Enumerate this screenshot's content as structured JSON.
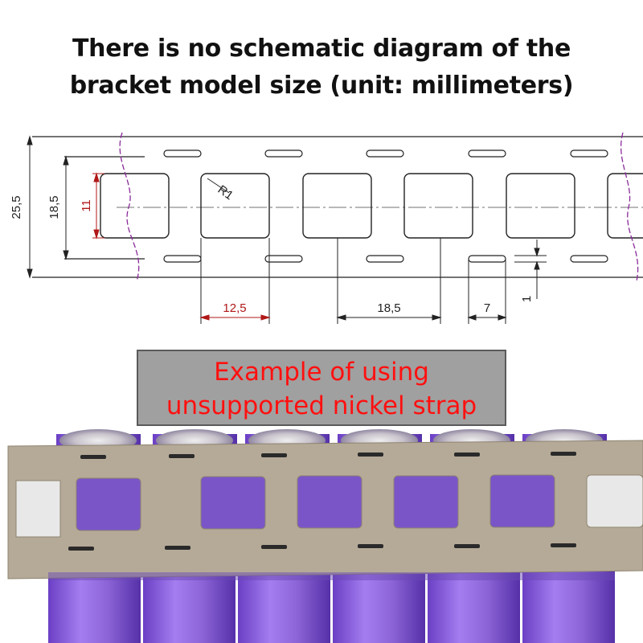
{
  "title": {
    "line1": "There is no schematic diagram of the",
    "line2": "bracket model size (unit: millimeters)"
  },
  "drawing": {
    "dimensions": {
      "total_height": "25,5",
      "inner_height": "18,5",
      "hole_height": "11",
      "hole_width": "12,5",
      "pitch": "18,5",
      "slot_length": "7",
      "slot_width": "1",
      "corner_radius": "R1"
    },
    "colors": {
      "line": "#222222",
      "highlight": "#b01818",
      "break_line": "#8a2a9a"
    }
  },
  "banner": {
    "line1": "Example of using",
    "line2": "unsupported nickel strap",
    "text_color": "#ff1010",
    "background": "#a0a0a0"
  },
  "photo": {
    "strip_color": "#b5aa98",
    "battery_color": "#8b63d6"
  }
}
